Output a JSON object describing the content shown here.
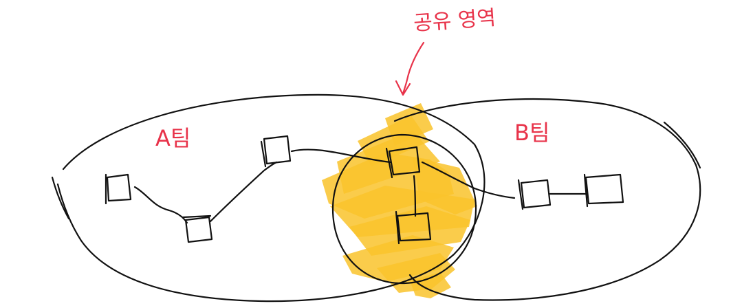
{
  "labels": {
    "shared_area": "공유 영역",
    "team_a": "A팀",
    "team_b": "B팀"
  },
  "colors": {
    "label": "#e8334a",
    "highlight": "#f9c32b",
    "ink": "#111111",
    "background": "#ffffff"
  }
}
